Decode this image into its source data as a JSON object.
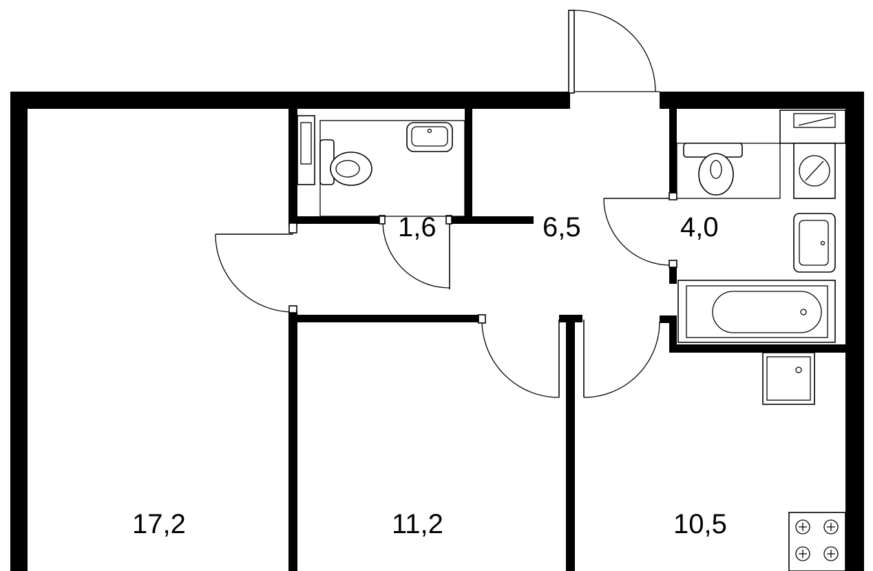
{
  "rooms": [
    {
      "id": "living-room",
      "area": "17,2"
    },
    {
      "id": "bedroom",
      "area": "11,2"
    },
    {
      "id": "kitchen",
      "area": "10,5"
    },
    {
      "id": "hallway",
      "area": "6,5"
    },
    {
      "id": "toilet",
      "area": "1,6"
    },
    {
      "id": "bathroom",
      "area": "4,0"
    }
  ],
  "colors": {
    "wall": "#000000",
    "background": "#ffffff",
    "line": "#000000"
  },
  "icons": [
    "entrance-door-icon",
    "toilet-icon",
    "sink-icon",
    "bathtub-icon",
    "washing-machine-icon",
    "stove-icon",
    "water-heater-icon",
    "fridge-icon"
  ]
}
